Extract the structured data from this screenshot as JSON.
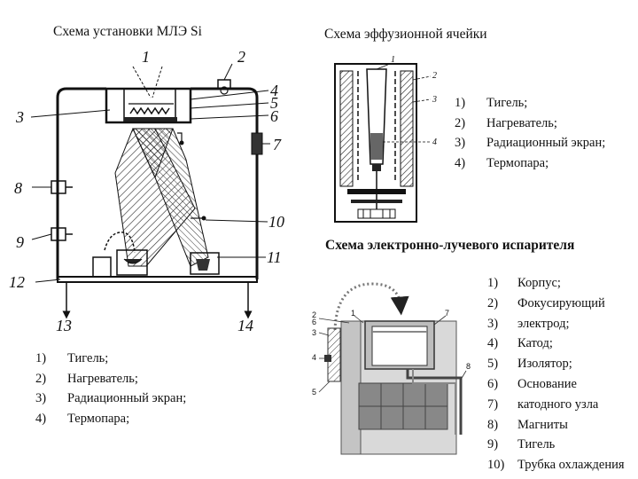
{
  "titles": {
    "mbe": "Схема установки МЛЭ Si",
    "effusion": "Схема эффузионной ячейки",
    "ebeam": "Схема электронно-лучевого испарителя"
  },
  "mbe_callouts": [
    "1",
    "2",
    "3",
    "4",
    "5",
    "6",
    "7",
    "8",
    "9",
    "10",
    "11",
    "12",
    "13",
    "14"
  ],
  "effusion_callouts": [
    "1",
    "2",
    "3",
    "4"
  ],
  "ebeam_callouts": [
    "1",
    "2",
    "3",
    "4",
    "5",
    "6",
    "7",
    "8"
  ],
  "mbe_list": [
    {
      "num": "1)",
      "text": "Тигель;"
    },
    {
      "num": "2)",
      "text": "Нагреватель;"
    },
    {
      "num": "3)",
      "text": "Радиационный экран;"
    },
    {
      "num": "4)",
      "text": "Термопара;"
    }
  ],
  "effusion_list": [
    {
      "num": "1)",
      "text": "Тигель;"
    },
    {
      "num": "2)",
      "text": "Нагреватель;"
    },
    {
      "num": "3)",
      "text": "Радиационный экран;"
    },
    {
      "num": "4)",
      "text": "Термопара;"
    }
  ],
  "ebeam_list": [
    {
      "num": "1)",
      "text": "Корпус;"
    },
    {
      "num": "2)",
      "text": "Фокусирующий"
    },
    {
      "num": "3)",
      "text": "электрод;"
    },
    {
      "num": "4)",
      "text": "Катод;"
    },
    {
      "num": "5)",
      "text": "Изолятор;"
    },
    {
      "num": "6)",
      "text": "Основание"
    },
    {
      "num": "7)",
      "text": "катодного узла"
    },
    {
      "num": "8)",
      "text": "Магниты"
    },
    {
      "num": "9)",
      "text": "Тигель"
    },
    {
      "num": "10)",
      "text": "Трубка охлаждения"
    }
  ]
}
